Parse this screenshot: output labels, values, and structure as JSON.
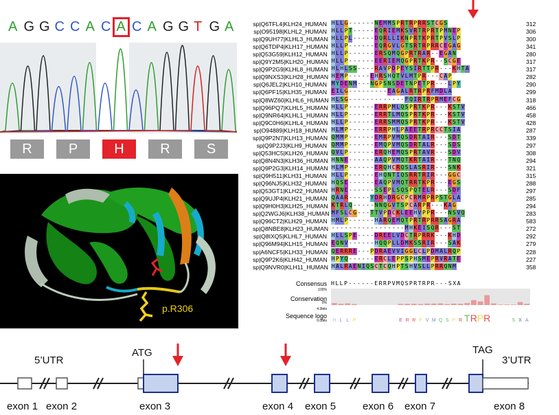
{
  "chromatogram": {
    "bases": [
      "A",
      "G",
      "G",
      "C",
      "C",
      "A",
      "C",
      "A",
      "C",
      "A",
      "G",
      "G",
      "T",
      "G",
      "A"
    ],
    "highlighted_base_index": 7,
    "amino_acids": [
      "R",
      "P",
      "H",
      "R",
      "S"
    ],
    "highlighted_aa_index": 2,
    "colors": {
      "A": "#2e9e2e",
      "G": "#222222",
      "C": "#2f57c9",
      "T": "#d42020",
      "aa_box": "#9a9a9a",
      "aa_highlight": "#e4222a"
    }
  },
  "structure": {
    "label": "p.R306",
    "colors": {
      "beta": "#1e9e1e",
      "helix": "#18b5d6",
      "highlight_strand": "#e8861a",
      "residue": "#f2d21b",
      "mutant": "#e4222a",
      "loop": "#c8d8c8"
    }
  },
  "alignment": {
    "rows": [
      {
        "name": "sp|Q6TFL4|KLH24_HUMAN",
        "seq": "HLLG------NEMMSPRTRPRRSTCGS",
        "num": "312"
      },
      {
        "name": "sp|O95198|KLHL2_HUMAN",
        "seq": "HLLPT-----EQRIEMKSVRTRPRTPMNEP",
        "num": "306"
      },
      {
        "name": "sp|Q9UH77|KLHL3_HUMAN",
        "seq": "HLLPL-----DQRLLIKNPRTKPRTPVSLP",
        "num": "300"
      },
      {
        "name": "sp|Q6TDP4|KLH17_HUMAN",
        "seq": "HLLP------EQRGVLGTSRTRPRRCEGAG",
        "num": "341"
      },
      {
        "name": "sp|Q53G59|KLH12_HUMAN",
        "seq": "HLLP------ERSQMQGPRTRAR--EGAN",
        "num": "280"
      },
      {
        "name": "sp|Q9Y2M5|KLH20_HUMAN",
        "seq": "HLLP------EERIEMQGPRTKPR--SCGE",
        "num": "317"
      },
      {
        "name": "sp|Q9P2G9|KLHL8_HUMAN",
        "seq": "HLHLSS----RAVPDPEYSIRTTPR---KHTA",
        "num": "317"
      },
      {
        "name": "sp|Q9NXS3|KLH28_HUMAN",
        "seq": "HEMP-----EHRSHQTVLMTPR---CAP",
        "num": "282"
      },
      {
        "name": "sp|Q6JEL2|KLH10_HUMAN",
        "seq": "MYDENM---NGPSNSDETNPETPR---LPY",
        "num": "290"
      },
      {
        "name": "sp|Q6PF15|KLH35_HUMAN",
        "seq": "EILG---------EAGALRTRPRFMDLA",
        "num": "299"
      },
      {
        "name": "sp|Q8WZ60|KLHL6_HUMAN",
        "seq": "HLSG-------------FQIRTRPRMEFCG",
        "num": "318"
      },
      {
        "name": "sp|Q96PQ7|KLHL5_HUMAN",
        "seq": "HLLP------ERRPMLQSPRTKPR---KSTV",
        "num": "466"
      },
      {
        "name": "sp|Q9NR64|KLHL1_HUMAN",
        "seq": "HLLP------ERRTLMQSPRTKPR---KSTV",
        "num": "458"
      },
      {
        "name": "sp|Q9C0H6|KLHL4_HUMAN",
        "seq": "HLLP------ERRSMMQSPRTKPR---KSTV",
        "num": "428"
      },
      {
        "name": "sp|O94889|KLH18_HUMAN",
        "seq": "HLMP------ERRPHLPAEETRPRCCTSIA",
        "num": "287"
      },
      {
        "name": "sp|Q9P2N7|KLH13_HUMAN",
        "seq": "QMMP------EMRPVMQSDRTAIR---SDT",
        "num": "339"
      },
      {
        "name": "sp|Q9P2J3|KLH9_HUMAN",
        "seq": "QMMP------EMQPVMQSDRTALR---SDS",
        "num": "297"
      },
      {
        "name": "sp|Q53HC5|KLH26_HUMAN",
        "seq": "QVLP------ERQHEMQSPRTAVR---SDV",
        "num": "308"
      },
      {
        "name": "sp|Q8N4N3|KLH36_HUMAN",
        "seq": "HNNE------AAQPVMQTKRTAIR---TNQ",
        "num": "294"
      },
      {
        "name": "sp|Q9P2G3|KLH14_HUMAN",
        "seq": "HLMP------ERQHCRQSLASRIR---SNK",
        "num": "321"
      },
      {
        "name": "sp|Q9H511|KLH31_HUMAN",
        "seq": "HLLP------EHQNTIQSRRTRIR---GGC",
        "num": "315"
      },
      {
        "name": "sp|Q96NJ5|KLH32_HUMAN",
        "seq": "HQSE------EAQPVMQTRRTKPR---EGS",
        "num": "288"
      },
      {
        "name": "sp|Q53GT1|KLH22_HUMAN",
        "seq": "HRNE------SSEPLSQSPQTELR---SDF",
        "num": "297"
      },
      {
        "name": "sp|Q9UJP4|KLH21_HUMAN",
        "seq": "QAAR-----YDRHDRGCPCRMRPRPSTGLA",
        "num": "285"
      },
      {
        "name": "sp|Q9H0H3|KLH25_HUMAN",
        "seq": "KTRLQ-----NNQGVTSPCARPR---KAG",
        "num": "294"
      },
      {
        "name": "sp|Q2WGJ6|KLH38_HUMAN",
        "seq": "MFSLCG---TTVPDCKLEEHVPPR---NSVQ",
        "num": "283"
      },
      {
        "name": "sp|Q96CT2|KLH29_HUMAN",
        "seq": "HMLP------HARQEMQTPRTRPRRSAGRA",
        "num": "583"
      },
      {
        "name": "sp|Q8NBE8|KLH23_HUMAN",
        "seq": "-----------------MHKEISQR---ST",
        "num": "272"
      },
      {
        "name": "sp|Q8IXQ5|KLHL7_HUMAN",
        "seq": "HLLSPE----DREELVDCTRPRRK---KHD",
        "num": "292"
      },
      {
        "name": "sp|Q96M94|KLH15_HUMAN",
        "seq": "EQNV------HQQPLLDMKSSRIR---SAK",
        "num": "279"
      },
      {
        "name": "sp|A6NCF5|KLH33_HUMAN",
        "seq": "QERRRE---PDRAEVVIGGLCLPDMALRQP",
        "num": "228"
      },
      {
        "name": "sp|Q9P2K6|KLH42_HUMAN",
        "seq": "HPYQ------ERCLEPPSPHSMEPRVRATE",
        "num": "227"
      },
      {
        "name": "sp|Q9NVR0|KLH11_HUMAN",
        "seq": "HALRAENIQSCTCQHPTSHVSLLPRRQNM",
        "num": "358"
      }
    ],
    "consensus_label": "Consensus",
    "consensus": "HLLP------ERRPVMQSPRTRPR---SXA",
    "conservation_label": "Conservation",
    "conservation_top": "100%",
    "conservation_bottom": "0%",
    "logo_label": "Sequence logo",
    "logo_top": "4.3bits",
    "logo_bottom": "0.0bits",
    "conservation": [
      12,
      8,
      10,
      6,
      0,
      0,
      0,
      0,
      0,
      0,
      7,
      8,
      8,
      6,
      9,
      9,
      10,
      6,
      9,
      8,
      12,
      30,
      22,
      60,
      10,
      3,
      3,
      3,
      18,
      8
    ],
    "colors": {
      "arrow": "#e4222a",
      "bar": "#e89a9a"
    }
  },
  "gene": {
    "utr5": "5’UTR",
    "utr3": "3’UTR",
    "start": "ATG",
    "stop": "TAG",
    "exons": [
      "exon 1",
      "exon 2",
      "exon 3",
      "exon 4",
      "exon 5",
      "exon 6",
      "exon 7",
      "exon 8"
    ],
    "colors": {
      "exon_fill": "#c5d3ef",
      "exon_stroke": "#1d2f8a",
      "arrow": "#e4222a"
    }
  }
}
